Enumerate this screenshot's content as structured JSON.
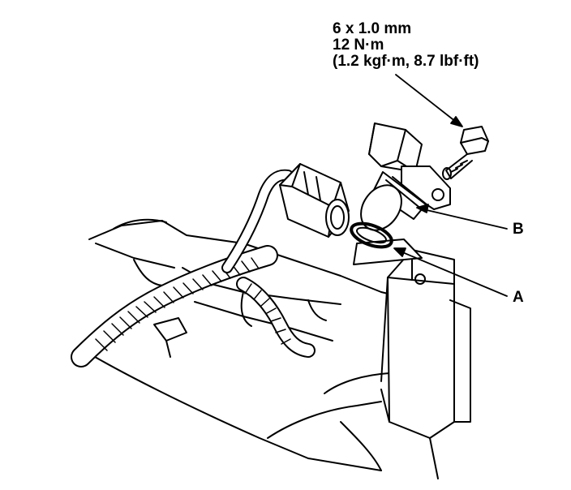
{
  "bolt_spec": {
    "size": "6 x 1.0 mm",
    "torque_nm": "12 N·m",
    "torque_alt": "(1.2 kgf·m, 8.7 lbf·ft)"
  },
  "callouts": {
    "a": "A",
    "b": "B"
  },
  "colors": {
    "ink": "#000000",
    "paper": "#ffffff"
  }
}
